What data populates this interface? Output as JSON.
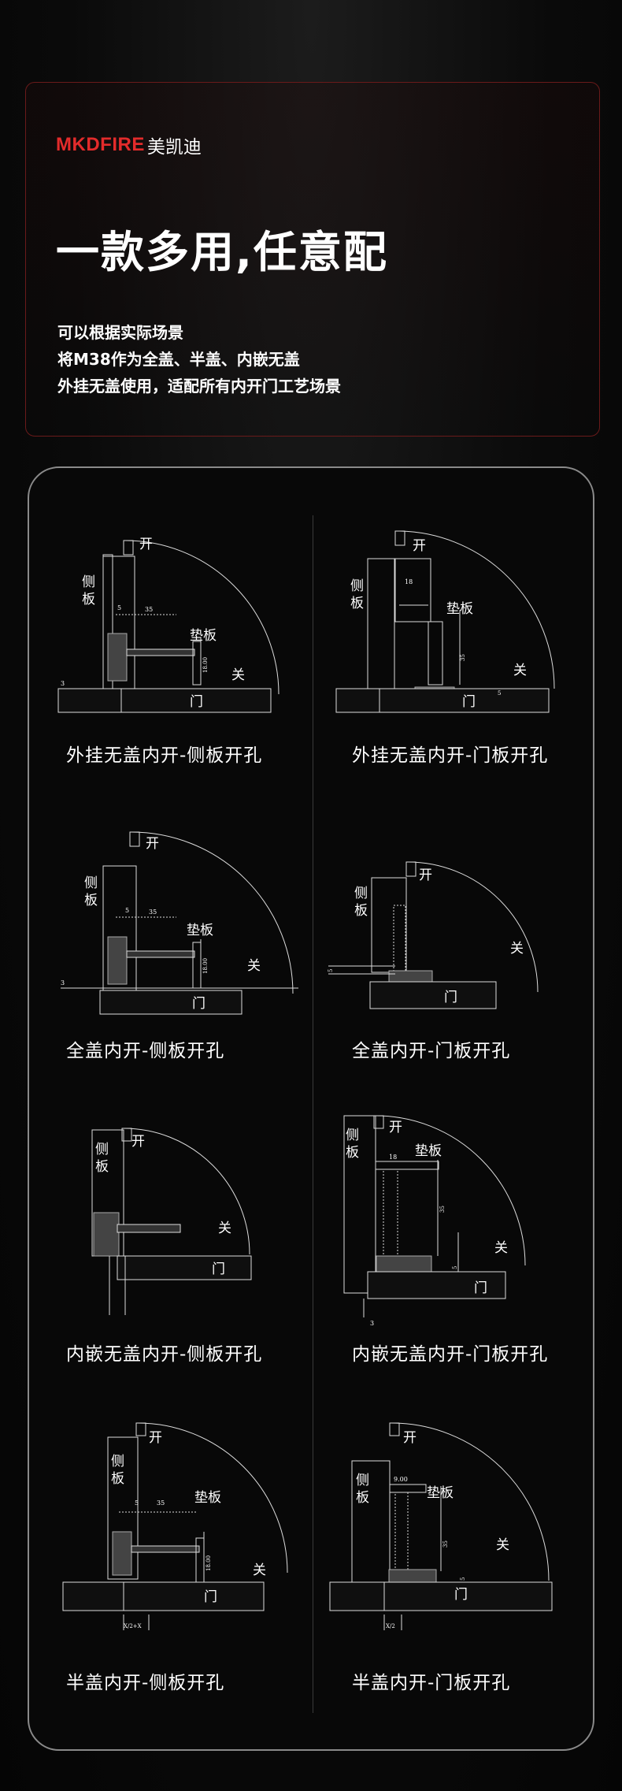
{
  "brand": {
    "logo_en": "MKDFIRE",
    "logo_cn": "美凯迪",
    "accent": "#e32b2b"
  },
  "hero": {
    "headline": "一款多用,任意配",
    "lines": [
      "可以根据实际场景",
      "将M38作为全盖、半盖、内嵌无盖",
      "外挂无盖使用，适配所有内开门工艺场景"
    ]
  },
  "labels": {
    "open": "开",
    "close": "关",
    "door": "门",
    "pad": "垫板",
    "side_a": "侧",
    "side_b": "板",
    "d5": "5",
    "d35": "35",
    "d18": "18",
    "d1800": "18.00",
    "d3": "3",
    "d900": "9.00",
    "dx2": "X/2",
    "dx2x": "X/2+X"
  },
  "diagrams": [
    {
      "caption": "外挂无盖内开-侧板开孔"
    },
    {
      "caption": "外挂无盖内开-门板开孔"
    },
    {
      "caption": "全盖内开-侧板开孔"
    },
    {
      "caption": "全盖内开-门板开孔"
    },
    {
      "caption": "内嵌无盖内开-侧板开孔"
    },
    {
      "caption": "内嵌无盖内开-门板开孔"
    },
    {
      "caption": "半盖内开-侧板开孔"
    },
    {
      "caption": "半盖内开-门板开孔"
    }
  ]
}
